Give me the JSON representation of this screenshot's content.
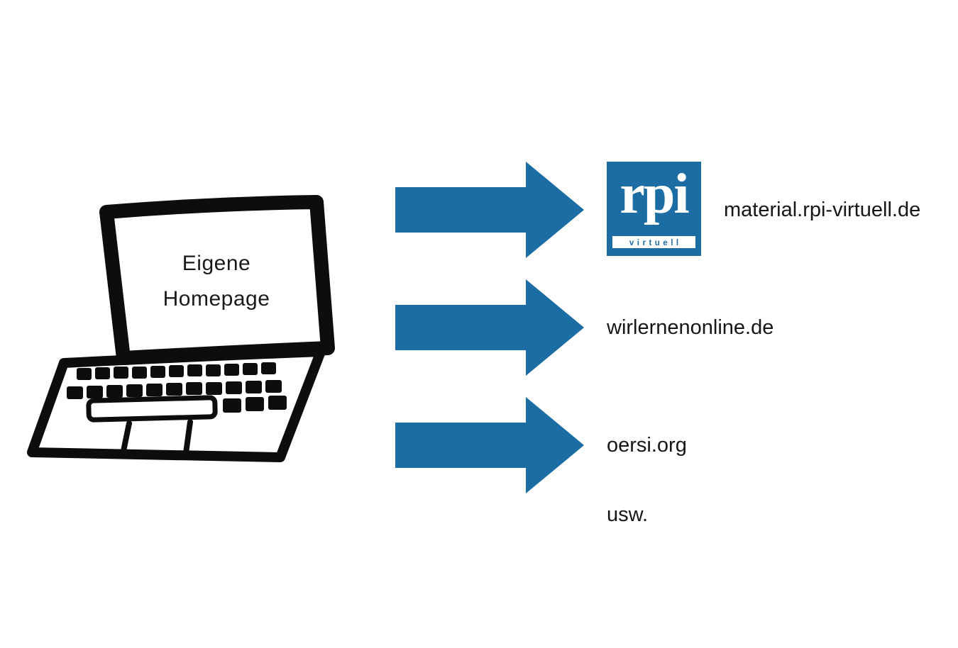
{
  "colors": {
    "arrow_blue": "#1b6da4",
    "logo_blue": "#1b6da4",
    "ink": "#0d0d0d",
    "background": "#ffffff"
  },
  "laptop": {
    "screen_text_line1": "Eigene",
    "screen_text_line2": "Homepage"
  },
  "logo": {
    "main_text": "rpi",
    "sub_text": "virtuell"
  },
  "destinations": [
    {
      "label": "material.rpi-virtuell.de"
    },
    {
      "label": "wirlernenonline.de"
    },
    {
      "label": "oersi.org"
    }
  ],
  "etc_label": "usw."
}
